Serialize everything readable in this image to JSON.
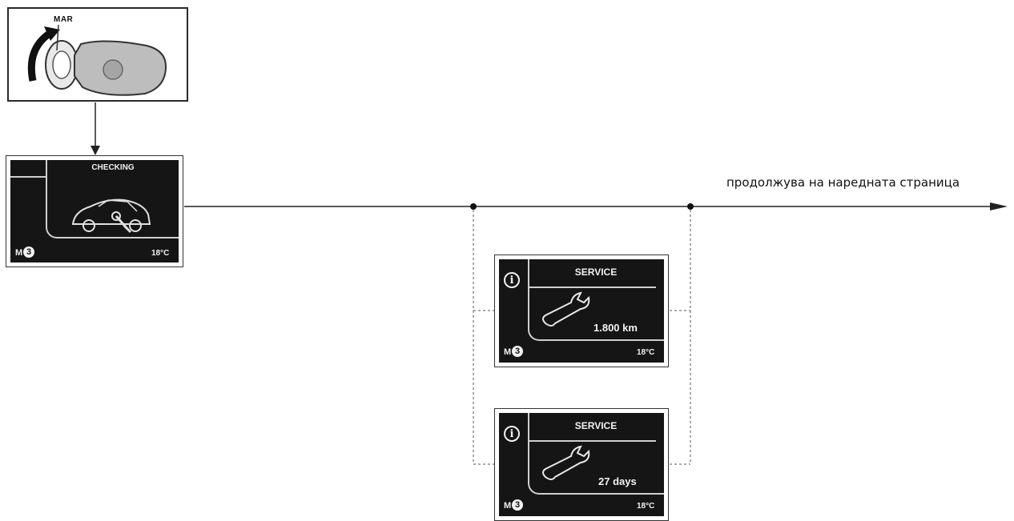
{
  "key_card": {
    "label": "MAR"
  },
  "checking_screen": {
    "title": "CHECKING",
    "gear": "3",
    "gear_prefix": "M",
    "temperature": "18°C"
  },
  "service_screens": [
    {
      "title": "SERVICE",
      "value": "1.800 km",
      "gear": "3",
      "gear_prefix": "M",
      "temperature": "18°C",
      "info_glyph": "i"
    },
    {
      "title": "SERVICE",
      "value": "27 days",
      "gear": "3",
      "gear_prefix": "M",
      "temperature": "18°C",
      "info_glyph": "i"
    }
  ],
  "continue_text": "продолжува на наредната страница",
  "icons": {
    "key": "key-icon",
    "car": "car-icon",
    "wrench": "wrench-icon",
    "info": "info-icon",
    "arrow": "arrow-head-icon"
  }
}
